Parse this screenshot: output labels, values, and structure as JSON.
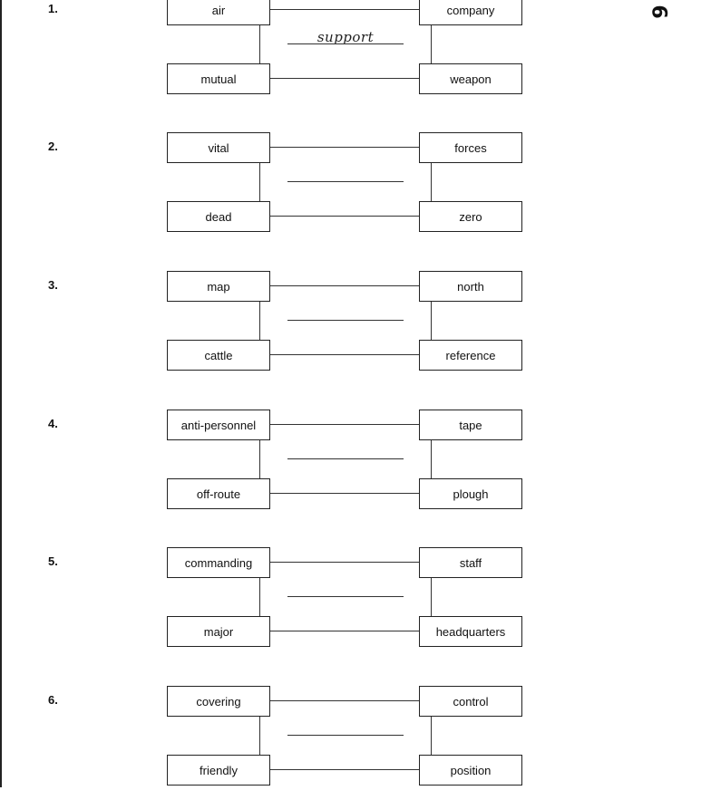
{
  "page_number": "6",
  "exercises": [
    {
      "number": "1.",
      "top_left": "air",
      "top_right": "company",
      "bottom_left": "mutual",
      "bottom_right": "weapon",
      "answer": "support"
    },
    {
      "number": "2.",
      "top_left": "vital",
      "top_right": "forces",
      "bottom_left": "dead",
      "bottom_right": "zero",
      "answer": ""
    },
    {
      "number": "3.",
      "top_left": "map",
      "top_right": "north",
      "bottom_left": "cattle",
      "bottom_right": "reference",
      "answer": ""
    },
    {
      "number": "4.",
      "top_left": "anti-personnel",
      "top_right": "tape",
      "bottom_left": "off-route",
      "bottom_right": "plough",
      "answer": ""
    },
    {
      "number": "5.",
      "top_left": "commanding",
      "top_right": "staff",
      "bottom_left": "major",
      "bottom_right": "headquarters",
      "answer": ""
    },
    {
      "number": "6.",
      "top_left": "covering",
      "top_right": "control",
      "bottom_left": "friendly",
      "bottom_right": "position",
      "answer": ""
    }
  ]
}
